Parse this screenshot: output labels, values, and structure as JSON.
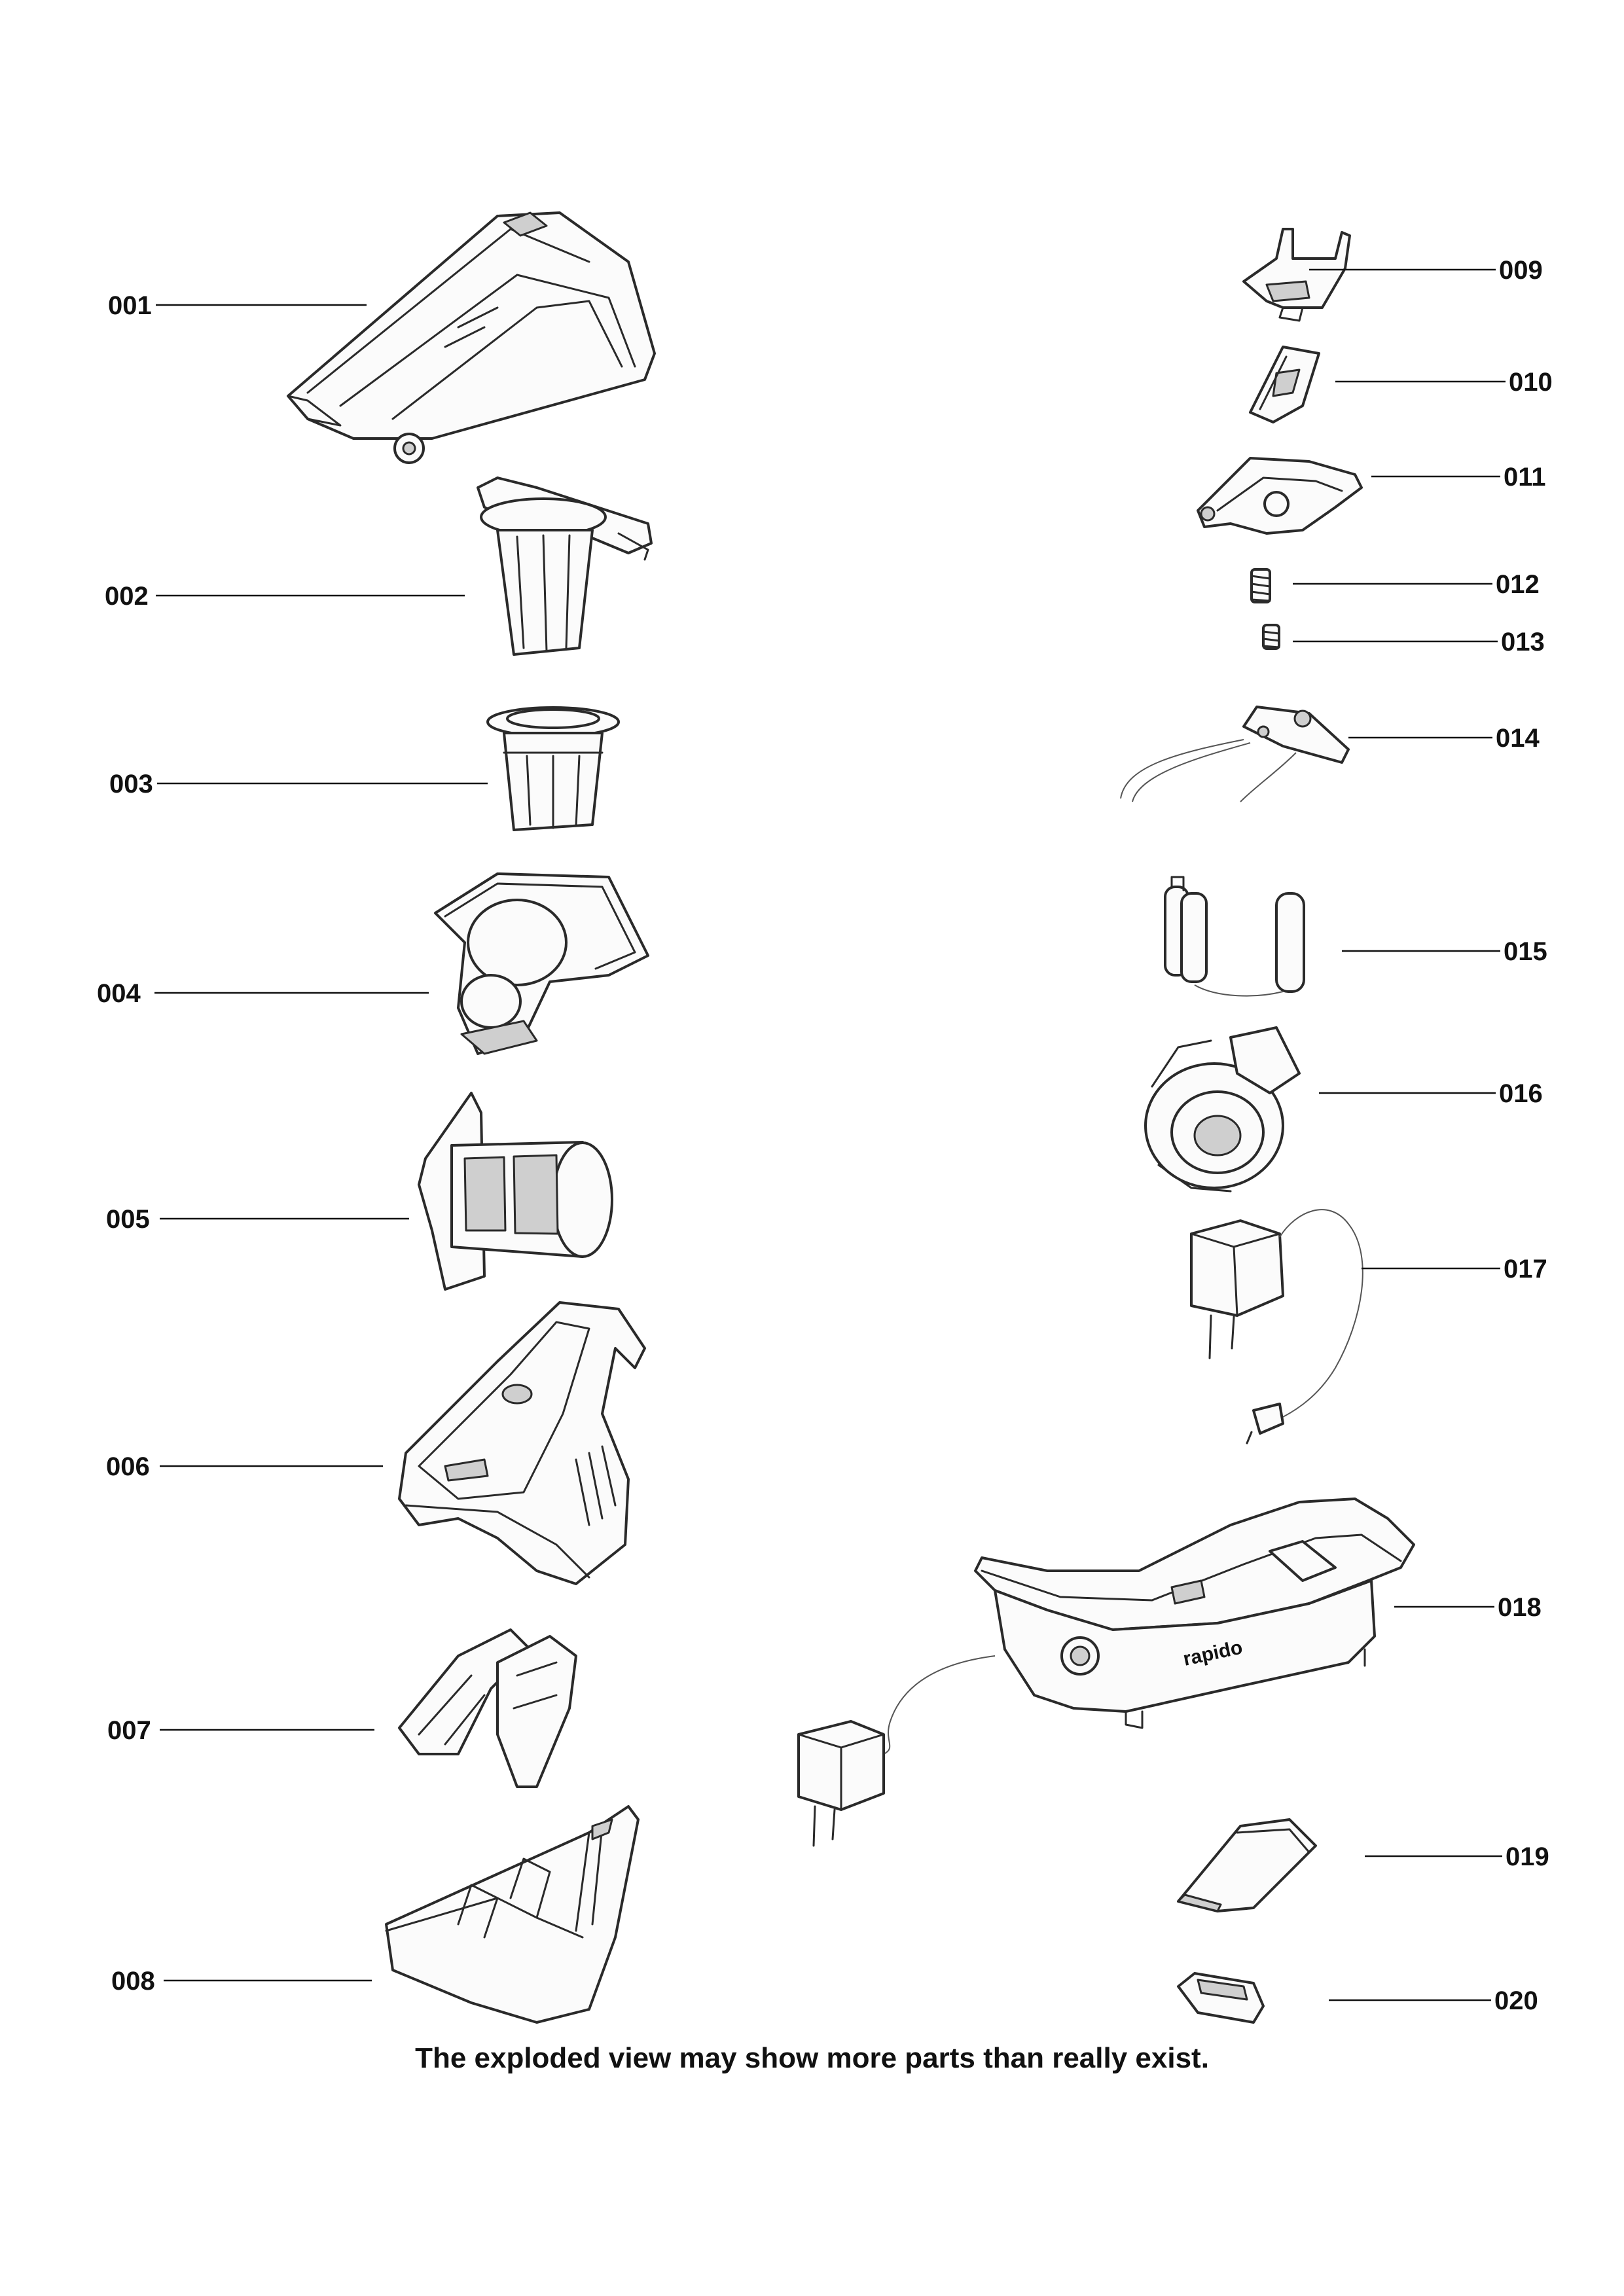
{
  "parts": [
    {
      "id": "001"
    },
    {
      "id": "002"
    },
    {
      "id": "003"
    },
    {
      "id": "004"
    },
    {
      "id": "005"
    },
    {
      "id": "006"
    },
    {
      "id": "007"
    },
    {
      "id": "008"
    },
    {
      "id": "009"
    },
    {
      "id": "010"
    },
    {
      "id": "011"
    },
    {
      "id": "012"
    },
    {
      "id": "013"
    },
    {
      "id": "014"
    },
    {
      "id": "015"
    },
    {
      "id": "016"
    },
    {
      "id": "017"
    },
    {
      "id": "018"
    },
    {
      "id": "019"
    },
    {
      "id": "020"
    }
  ],
  "brand_text": "rapido",
  "footnote": "The exploded view may show more parts than really exist."
}
